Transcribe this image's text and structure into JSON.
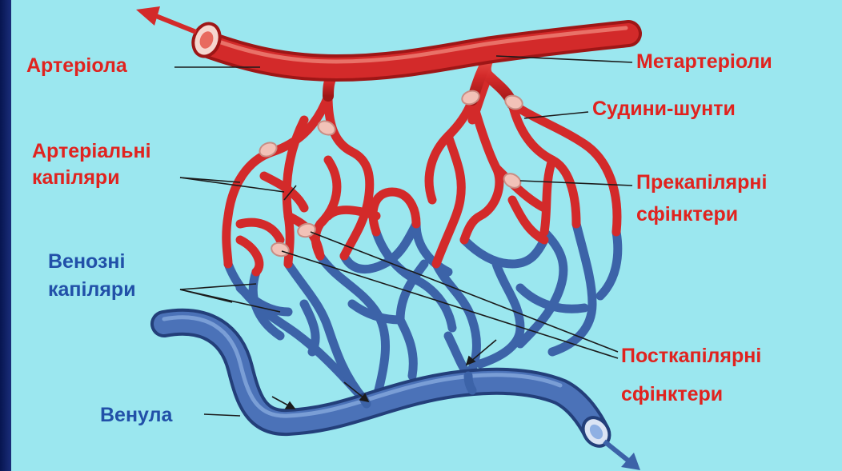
{
  "labels": {
    "arteriole": "Артеріола",
    "metarterioles": "Метартеріоли",
    "shunt_vessels": "Судини-шунти",
    "arterial_capillaries_line1": "Артеріальні",
    "arterial_capillaries_line2": "капіляри",
    "precapillary_line1": "Прекапілярні",
    "precapillary_line2": "сфінктери",
    "venous_capillaries_line1": "Венозні",
    "venous_capillaries_line2": "капіляри",
    "postcapillary_line1": "Посткапілярні",
    "postcapillary_line2": "сфінктери",
    "venule": "Венула"
  },
  "colors": {
    "background": "#9be7ef",
    "artery": "#d32a2a",
    "vein": "#3c63a8",
    "sphincter": "#f2c2b8",
    "arterial_text": "#e0231f",
    "venous_text": "#2150a8"
  }
}
